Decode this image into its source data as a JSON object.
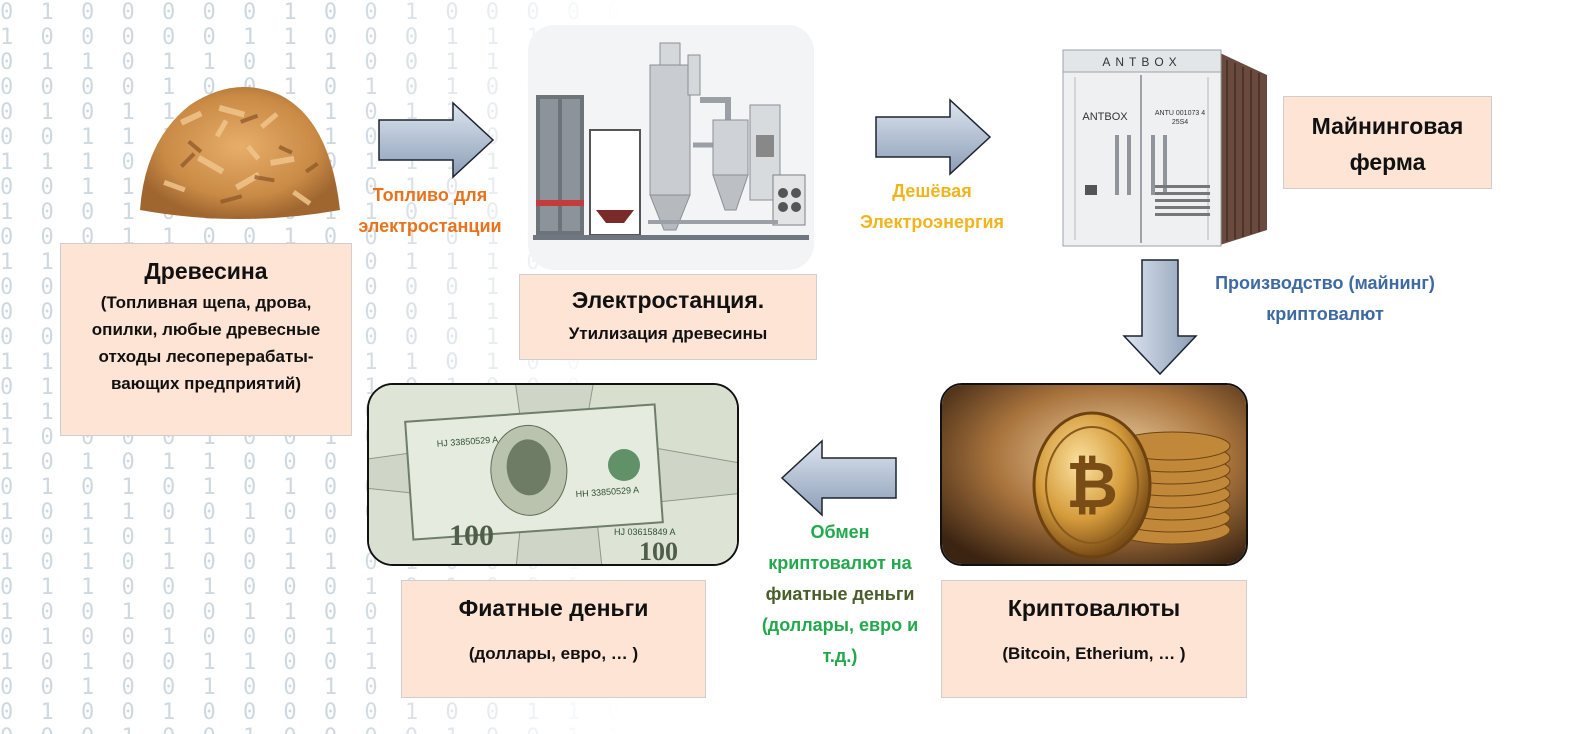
{
  "background": {
    "binary_rows": [
      "0 1 0 0 0 0 0 1 0 0 1 0 0 0 0 0 1 0 0 1 0 0 0 0",
      "1 0 0 0 0 0 1 1 0 0 0 1 1 1 0 0 0 1 1 1 0 1",
      "0 1 1 0 1 1 0 1 1 0 0 1 1 1 1 1 0 0 1 1",
      "0 0 0 0 1 0 0 1 0 1 0 1 0 0 1 0 1 1 0 1",
      "0 1 0 1 1 0 0 0 1 0 1 1 0 1 0 1 1 0",
      "0 0 1 1 1 1 0 0 1 0 1 0 0 1 0 1 1 1",
      "1 1 1 0 0 1 0 1 0 1 1 1 1 0 1 0 1 0 1",
      "0 0 1 1 0 0 1 0 1 0 1 0 1 0 0 0 1 0 0",
      "1 0 0 1 0 1 0 0 1 1 0 1 0 1 0 1 1 1 0",
      "0 0 0 1 1 0 0 1 0 0 1 0 1 0 0 0 1 1 0",
      "1 1 1 1 0 1 1 0 1 0 1 1 1 0 1 1 1 1 0",
      "0 0 0 1 0 0 1 0 1 0 0 0 1 0 0 1 0 1 0",
      "0 0 1 1 0 0 0 1 1 0 0 1 1 0 0 1 1 0 0",
      "0 0 0 1 1 1 0 0 1 0 0 0 1 0 0 1 1 0 0",
      "1 1 1 0 1 0 0 0 1 1 1 0 1 0 0 1 1 1 0",
      "0 1 0 0 0 1 1 0 0 1 0 1 0 0 0 1 1 0 0",
      "1 1 1 0 1 0 0 0 1 0 1 1 0 1 0 0 0 1 0",
      "1 0 0 0 0 1 0 0 1 0 1 0 0 0 1 0 0 1 0",
      "1 0 1 0 1 1 0 0 0 1 0 1 0 1 1 0 0 1",
      "0 1 0 1 0 1 0 1 0 0 0 1 1 0 0 0 0 1 0",
      "1 0 1 1 0 0 1 0 0 0 1 1 0 1 0 1 0 0",
      "0 0 1 0 1 1 0 1 0 1 1 0 0 1 1 0 1 1 0",
      "1 0 1 0 1 0 0 1 1 0 1 0 0 0 1 1 0 0",
      "0 1 1 0 0 1 0 0 0 1 0 1 0 0 1 0 0 0 1",
      "1 0 0 1 0 0 1 1 0 0 0 1 0 1 0 0 1 0 0",
      "0 1 0 0 1 0 0 0 1 1 0 0 1 0 0 1 0 1 0",
      "1 0 1 0 0 1 1 0 0 1 0 0 1 0 1 0 0 1 0",
      "0 0 1 0 0 1 0 0 1 0 0 1 1 0 0 1 0 0 1",
      "0 1 0 0 1 0 0 0 0 0 1 0 0 1 1 0 0 0 0",
      "0 0 0 1 0 0 1 0 0 0 0 1 0 0 1 1 0 0 0"
    ]
  },
  "nodes": {
    "wood": {
      "title": "Древесина",
      "desc_lines": [
        "(Топливная щепа, дрова,",
        "опилки, любые древесные",
        "отходы лесоперерабаты-",
        "вающих предприятий)"
      ]
    },
    "plant": {
      "title": "Электростанция",
      "title_suffix": ".",
      "desc": "Утилизация древесины"
    },
    "farm": {
      "title_lines": [
        "Майнинговая",
        "ферма"
      ]
    },
    "crypto": {
      "title": "Криптовалюты",
      "desc": "(Bitcoin, Etherium, … )"
    },
    "fiat": {
      "title": "Фиатные деньги",
      "desc": "(доллары, евро,  … )"
    }
  },
  "container_markings": {
    "top_brand": "ANTBOX",
    "door_brand": "ANTBOX",
    "id_line1": "ANTU 001073 4",
    "id_line2": "25S4"
  },
  "money_markings": {
    "serial_1": "HJ 33850529 A",
    "serial_2": "HH 33850529 A",
    "serial_3": "HJ 03615849 A",
    "denomination": "100"
  },
  "arrows": {
    "wood_to_plant": {
      "lines": [
        "Топливо для",
        "электростанции"
      ],
      "color": "#e8731c"
    },
    "plant_to_farm": {
      "lines": [
        "Дешёвая",
        "Электроэнергия"
      ],
      "color": "#f2b41d"
    },
    "farm_to_crypto": {
      "lines": [
        "Производство (майнинг)",
        "криптовалют"
      ],
      "color": "#3d6aa3"
    },
    "crypto_to_fiat": {
      "lines": [
        "Обмен",
        "криптовалют на",
        "фиатные деньги",
        "(доллары, евро и",
        "т.д.)"
      ],
      "colors": [
        "#23a94d",
        "#23a94d",
        "#4a5e2a",
        "#23a94d",
        "#23a94d"
      ]
    }
  },
  "colors": {
    "box_fill": "#fde4d4",
    "box_border": "#cfcfcf",
    "arrow_light": "#cfd9e8",
    "arrow_dark": "#8c9db6"
  }
}
